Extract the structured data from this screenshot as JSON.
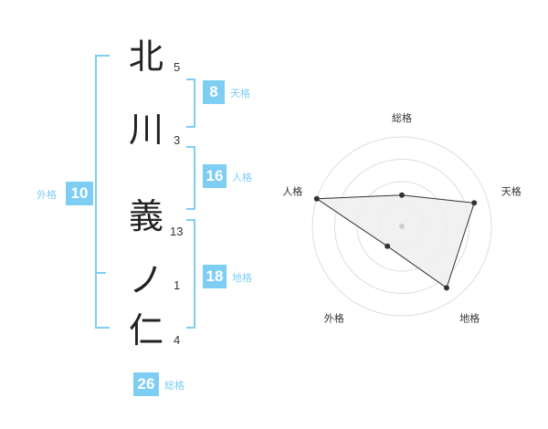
{
  "name_chars": [
    {
      "char": "北",
      "strokes": "5"
    },
    {
      "char": "川",
      "strokes": "3"
    },
    {
      "char": "義",
      "strokes": "13"
    },
    {
      "char": "ノ",
      "strokes": "1"
    },
    {
      "char": "仁",
      "strokes": "4"
    }
  ],
  "kakusu": {
    "tenkaku": {
      "value": "8",
      "label": "天格"
    },
    "jinkaku": {
      "value": "16",
      "label": "人格"
    },
    "chikaku": {
      "value": "18",
      "label": "地格"
    },
    "gaikaku": {
      "value": "10",
      "label": "外格"
    },
    "soukaku": {
      "value": "26",
      "label": "総格"
    }
  },
  "colors": {
    "accent": "#7ecef4",
    "text": "#222222",
    "radar_fill": "#eeeeee",
    "radar_line": "#333333"
  },
  "chart_data": {
    "type": "radar",
    "axes": [
      "総格",
      "天格",
      "地格",
      "外格",
      "人格"
    ],
    "scale_max": 4,
    "rings": 4,
    "values": [
      1.4,
      3.4,
      3.4,
      1.1,
      4.0
    ]
  }
}
